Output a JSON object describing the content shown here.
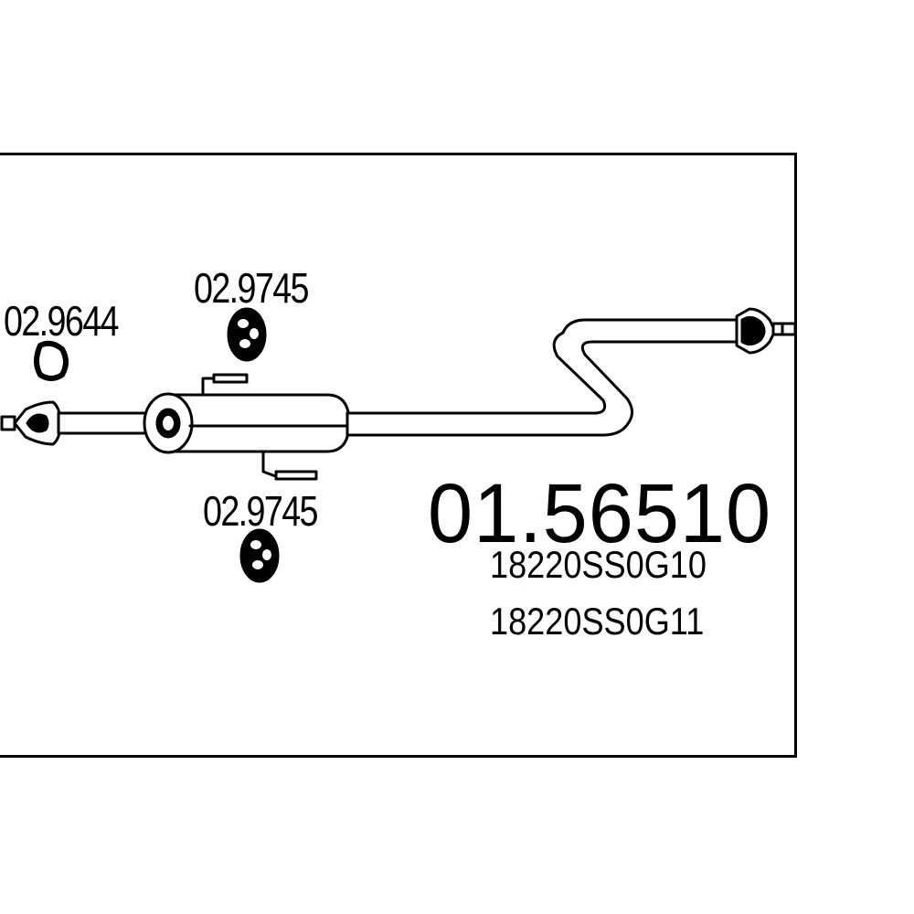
{
  "diagram": {
    "main_part_number": "01.56510",
    "oem_numbers": [
      "18220SS0G10",
      "18220SS0G11"
    ],
    "callouts": [
      {
        "id": "gasket",
        "part_number": "02.9644",
        "icon": "gasket-ring-icon"
      },
      {
        "id": "upper-hanger",
        "part_number": "02.9745",
        "icon": "rubber-hanger-icon"
      },
      {
        "id": "lower-hanger",
        "part_number": "02.9745",
        "icon": "rubber-hanger-icon"
      }
    ],
    "components": [
      "front-flange-icon",
      "middle-silencer-icon",
      "bent-tailpipe-icon",
      "rear-flange-icon"
    ]
  }
}
